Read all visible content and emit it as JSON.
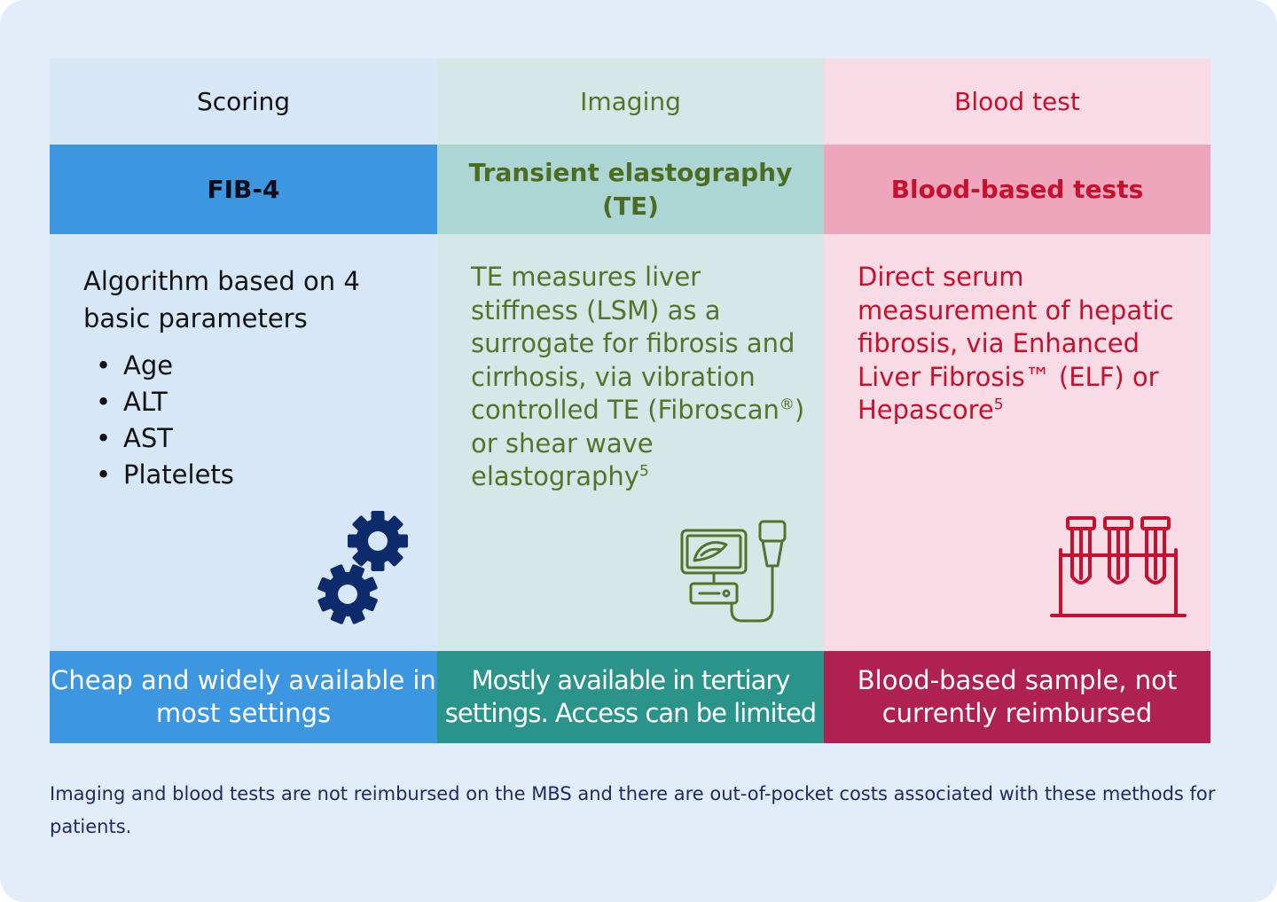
{
  "columns": [
    {
      "header": "Scoring",
      "method": "FIB-4",
      "intro": "Algorithm based on 4 basic parameters",
      "bullets": [
        "Age",
        "ALT",
        "AST",
        "Platelets"
      ],
      "footer": "Cheap and widely available in most settings",
      "icon": "gears-icon"
    },
    {
      "header": "Imaging",
      "method": "Transient elastography (TE)",
      "description_parts": [
        "TE measures liver stiffness (LSM) as a surrogate for fibrosis and cirrhosis, via vibration controlled TE (Fibroscan",
        "®",
        ") or shear wave elastography",
        "5"
      ],
      "footer": "Mostly available in tertiary settings. Access can be limited",
      "icon": "ultrasound-device-icon"
    },
    {
      "header": "Blood test",
      "method": "Blood-based tests",
      "description_parts": [
        "Direct serum measurement of hepatic fibrosis, via Enhanced Liver Fibrosis™ (ELF) or Hepascore",
        "5"
      ],
      "footer": "Blood-based sample, not currently reimbursed",
      "icon": "test-tubes-icon"
    }
  ],
  "footnote": "Imaging and blood tests are not reimbursed on the MBS and there are out-of-pocket costs associated with these methods for patients.",
  "bullet_symbol": "•",
  "colors": {
    "background": "#e3edf9",
    "scoring_accent": "#3d97e0",
    "imaging_accent": "#2a948a",
    "blood_accent": "#ae2150",
    "navy_icon": "#0d2a6b",
    "imaging_text": "#56732c",
    "blood_text": "#c8102e"
  }
}
